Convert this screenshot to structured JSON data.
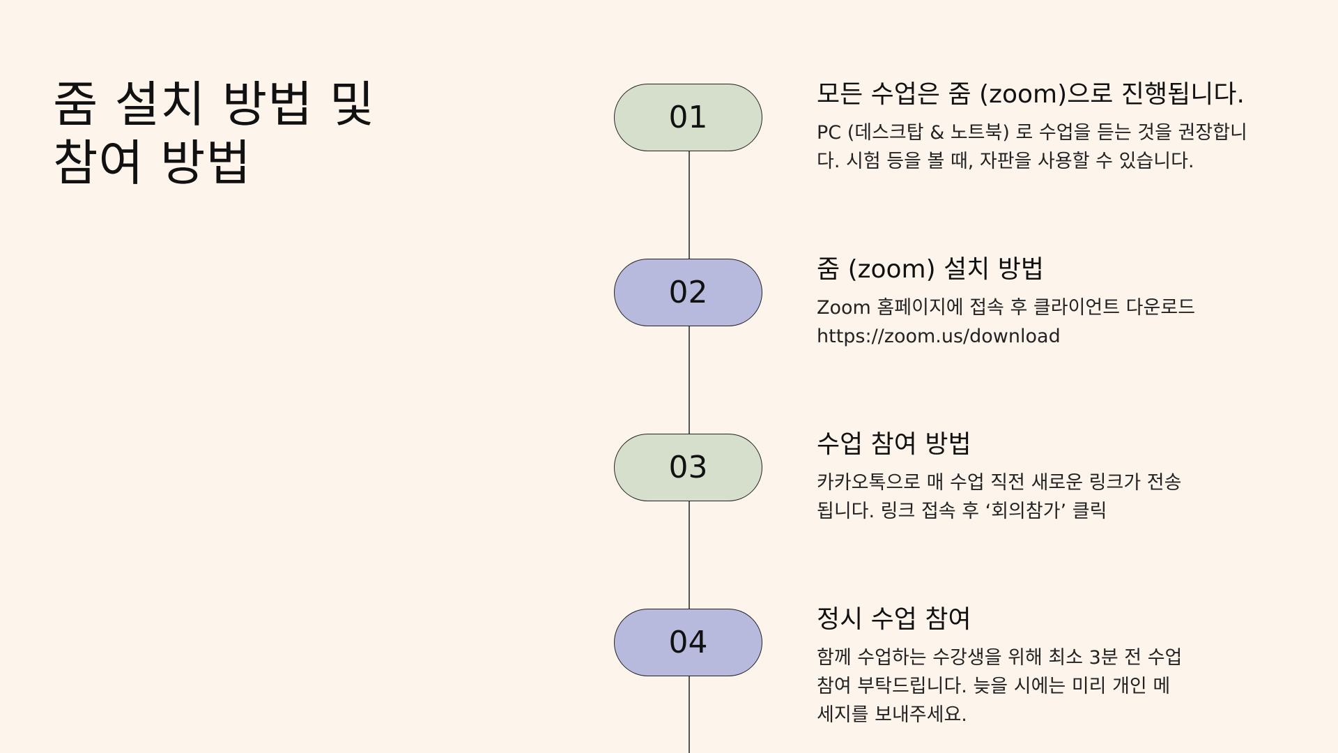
{
  "title": {
    "lines": [
      "줌 설치 방법 및",
      "참여 방법"
    ]
  },
  "colors": {
    "background": "#fdf4ec",
    "pill_green": "#d5dfcb",
    "pill_purple": "#b8badd",
    "line": "#555555"
  },
  "steps": [
    {
      "number": "01",
      "pill_color": "#d5dfcb",
      "heading": "모든 수업은 줌 (zoom)으로 진행됩니다.",
      "desc_lines": [
        "PC (데스크탑 & 노트북) 로 수업을 듣는 것을 권장합니",
        "다. 시험 등을 볼 때, 자판을 사용할 수 있습니다."
      ]
    },
    {
      "number": "02",
      "pill_color": "#b8badd",
      "heading": "줌 (zoom) 설치 방법",
      "desc_lines": [
        "Zoom 홈페이지에 접속 후 클라이언트 다운로드",
        "https://zoom.us/download"
      ]
    },
    {
      "number": "03",
      "pill_color": "#d5dfcb",
      "heading": "수업 참여 방법",
      "desc_lines": [
        "카카오톡으로 매 수업 직전 새로운 링크가 전송",
        "됩니다. 링크 접속 후 ‘회의참가’ 클릭"
      ]
    },
    {
      "number": "04",
      "pill_color": "#b8badd",
      "heading": "정시 수업 참여",
      "desc_lines": [
        "함께 수업하는 수강생을 위해 최소 3분 전 수업",
        "참여 부탁드립니다. 늦을 시에는 미리 개인 메",
        "세지를 보내주세요."
      ]
    }
  ]
}
